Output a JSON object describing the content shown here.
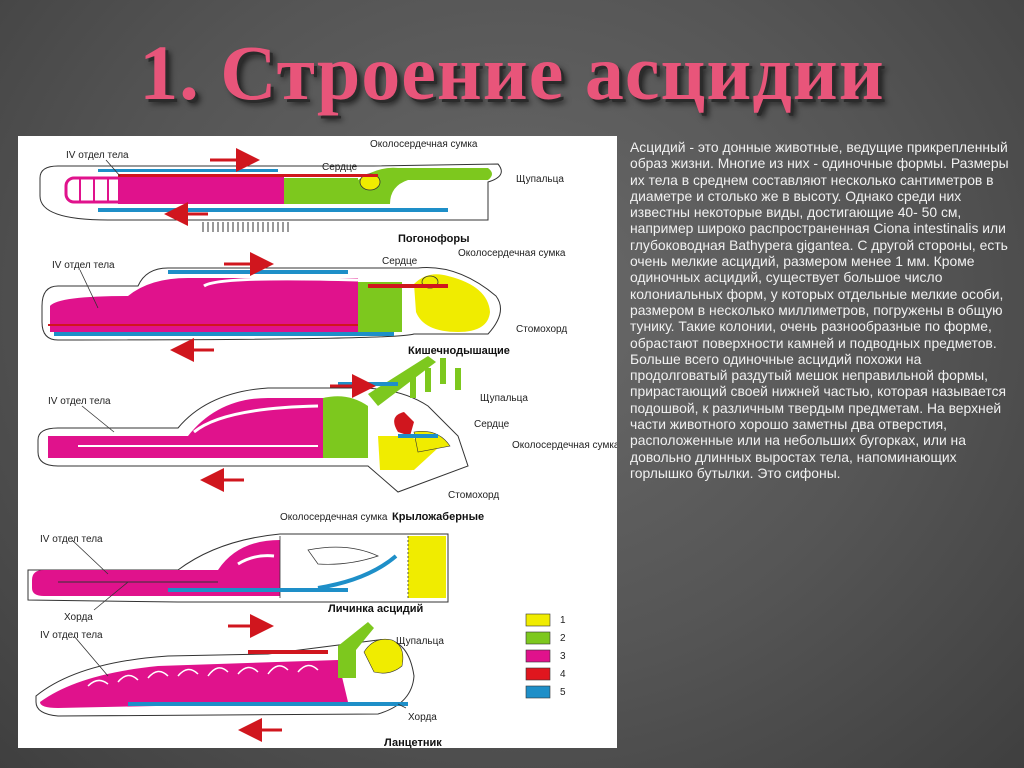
{
  "slide": {
    "title": "1. Строение асцидии"
  },
  "diagram": {
    "animals": [
      {
        "caption": "Погонофоры",
        "label_segment": "IV отдел тела",
        "label_heart": "Сердце",
        "label_pericardium": "Околосердечная сумка",
        "label_tentacles": "Щупальца"
      },
      {
        "caption": "Кишечнодышащие",
        "label_segment": "IV отдел тела",
        "label_heart": "Сердце",
        "label_pericardium": "Околосердечная сумка",
        "label_stomochord": "Стомохорд"
      },
      {
        "caption": "Крыложаберные",
        "label_segment": "IV отдел тела",
        "label_tentacles": "Щупальца",
        "label_heart": "Сердце",
        "label_pericardium": "Околосердечная сумка",
        "label_stomochord": "Стомохорд"
      },
      {
        "caption": "Личинка асцидий",
        "label_segment": "IV отдел тела",
        "label_pericardium": "Околосердечная сумка",
        "label_notochord": "Хорда"
      },
      {
        "caption": "Ланцетник",
        "label_segment": "IV отдел тела",
        "label_tentacles": "Щупальца",
        "label_notochord": "Хорда"
      }
    ],
    "legend": [
      {
        "num": "1",
        "color": "#f0ec00"
      },
      {
        "num": "2",
        "color": "#7dc81e"
      },
      {
        "num": "3",
        "color": "#e0128c"
      },
      {
        "num": "4",
        "color": "#e0161e"
      },
      {
        "num": "5",
        "color": "#1e8fc8"
      }
    ]
  },
  "text": {
    "paragraph": "Асцидий - это донные животные, ведущие прикрепленный образ жизни. Многие из них - одиночные формы. Размеры их тела в среднем составляют несколько сантиметров в диаметре и столько же в высоту. Однако среди них известны некоторые виды, достигающие 40- 50 см, например широко распространенная Ciona intestinalis или глубоководная Bathyреrа gigantea. С другой стороны, есть очень мелкие асцидий, размером менее 1 мм. Кроме одиночных асцидий, существует большое число колониальных форм, у которых отдельные мелкие особи, размером в несколько миллиметров, погружены в общую тунику. Такие колонии, очень разнообразные по форме, обрастают поверхности камней и подводных предметов. Больше всего одиночные асцидий похожи на продолговатый раздутый мешок неправильной формы, прирастающий своей нижней частью, которая называется подошвой, к различным твердым предметам. На верхней части животного хорошо заметны два отверстия, расположенные или на небольших бугорках, или на довольно длинных выростах тела, напоминающих горлышко бутылки. Это сифоны."
  }
}
